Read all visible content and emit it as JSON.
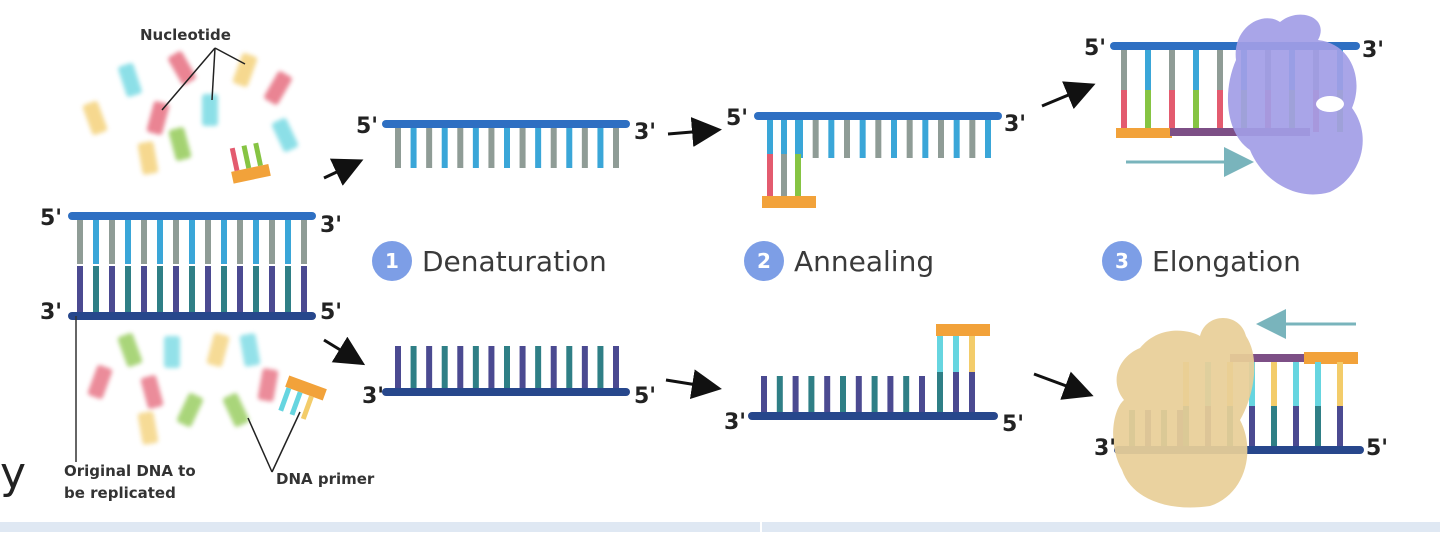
{
  "labels": {
    "nucleotide": "Nucleotide",
    "original_dna_line1": "Original DNA to",
    "original_dna_line2": "be replicated",
    "dna_primer": "DNA primer",
    "edge_fragment": "y"
  },
  "ends": {
    "five": "5'",
    "three": "3'"
  },
  "steps": [
    {
      "number": "1",
      "name": "Denaturation"
    },
    {
      "number": "2",
      "name": "Annealing"
    },
    {
      "number": "3",
      "name": "Elongation"
    }
  ],
  "colors": {
    "step_badge": "#7d9ee6",
    "top_backbone": "#2e6fc2",
    "bottom_backbone": "#27478c",
    "base_blue": "#3aa6d8",
    "base_gray": "#8f9c96",
    "base_purple": "#4b4a91",
    "base_teal": "#2f7f86",
    "base_red": "#e35b6f",
    "base_green": "#86c443",
    "base_cyan": "#66d5e0",
    "base_yellow": "#f3cc6a",
    "primer_orange": "#f2a23a",
    "polymerase_top": "#a29de6",
    "polymerase_bottom": "#e8cf98",
    "new_strand_purple": "#7d4f86",
    "direction_arrow": "#79b4bc"
  }
}
